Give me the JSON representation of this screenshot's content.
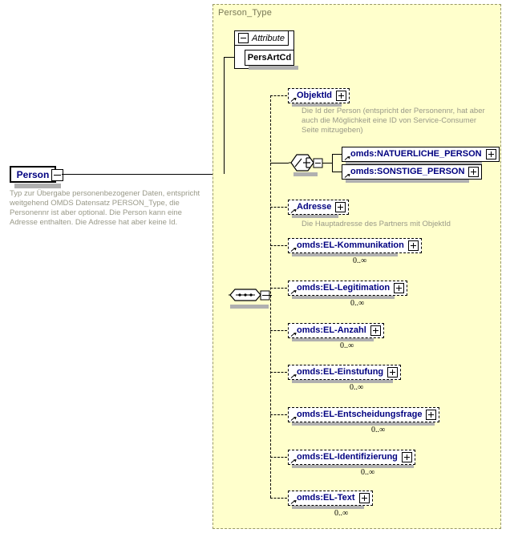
{
  "diagram": {
    "type": "xml-schema-element-diagram",
    "container_label": "Person_Type",
    "root": {
      "name": "Person",
      "control": "minus",
      "description": "Typ zur Übergabe personenbezogener Daten, entspricht weitgehend OMDS Datensatz PERSON_Type, die Personennr ist aber optional. Die Person kann eine Adresse enthalten. Die Adresse hat aber keine Id."
    },
    "attribute_group": {
      "label": "Attribute",
      "control": "minus",
      "attributes": [
        {
          "name": "PersArtCd"
        }
      ]
    },
    "children": [
      {
        "name": "ObjektId",
        "border": "dashed",
        "control": "plus",
        "description": "Die Id der Person (entspricht der Personennr, hat aber auch die Möglichkeit eine ID von Service-Consumer Seite mitzugeben)",
        "cardinality": ""
      },
      {
        "name": "Adresse",
        "border": "dashed",
        "control": "plus",
        "description": "Die Hauptadresse des Partners mit ObjektId",
        "cardinality": ""
      },
      {
        "name": "omds:EL-Kommunikation",
        "border": "dashed",
        "control": "plus",
        "description": "",
        "cardinality": "0..∞"
      },
      {
        "name": "omds:EL-Legitimation",
        "border": "dashed",
        "control": "plus",
        "description": "",
        "cardinality": "0..∞"
      },
      {
        "name": "omds:EL-Anzahl",
        "border": "dashed",
        "control": "plus",
        "description": "",
        "cardinality": "0..∞"
      },
      {
        "name": "omds:EL-Einstufung",
        "border": "dashed",
        "control": "plus",
        "description": "",
        "cardinality": "0..∞"
      },
      {
        "name": "omds:EL-Entscheidungsfrage",
        "border": "dashed",
        "control": "plus",
        "description": "",
        "cardinality": "0..∞"
      },
      {
        "name": "omds:EL-Identifizierung",
        "border": "dashed",
        "control": "plus",
        "description": "",
        "cardinality": "0..∞"
      },
      {
        "name": "omds:EL-Text",
        "border": "dashed",
        "control": "plus",
        "description": "",
        "cardinality": "0..∞"
      }
    ],
    "choice": {
      "compositor": "choice",
      "control": "minus",
      "options": [
        {
          "name": "omds:NATUERLICHE_PERSON",
          "border": "solid",
          "control": "plus"
        },
        {
          "name": "omds:SONSTIGE_PERSON",
          "border": "solid",
          "control": "plus"
        }
      ]
    },
    "sequence": {
      "compositor": "sequence",
      "control": "minus"
    },
    "colors": {
      "container_fill": "#ffffcc",
      "container_border": "#999966",
      "node_label": "#000080",
      "description_text": "#999988",
      "shadow": "#b0b0b0"
    }
  }
}
